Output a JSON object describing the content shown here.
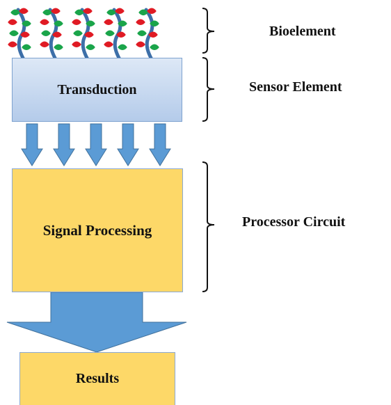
{
  "diagram": {
    "title": "",
    "boxes": {
      "transduction": "Transduction",
      "signal_processing": "Signal Processing",
      "results": "Results"
    },
    "labels": {
      "bioelement": "Bioelement",
      "sensor_element": "Sensor Element",
      "processor_circuit": "Processor Circuit"
    },
    "bioreceptor_count": 5,
    "transduction_arrow_count": 5,
    "colors": {
      "transduction_fill_top": "#dde8f6",
      "transduction_fill_bottom": "#b4cbea",
      "processing_fill": "#fdd868",
      "arrow_fill": "#5b9bd5",
      "bioreceptor_stalk": "#3d6fa8",
      "bioreceptor_red": "#e01b24",
      "bioreceptor_green": "#1aa54a"
    }
  }
}
